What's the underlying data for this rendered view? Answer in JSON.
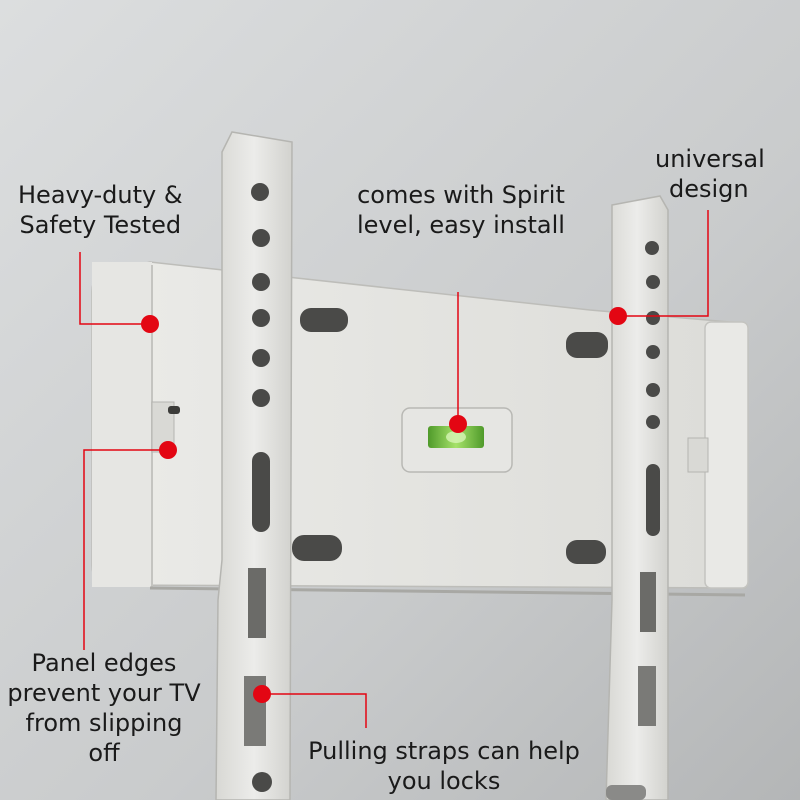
{
  "annotations": [
    {
      "id": "heavy-duty",
      "lines": [
        "Heavy-duty &",
        "Safety Tested"
      ]
    },
    {
      "id": "spirit-level",
      "lines": [
        "comes with Spirit",
        "level, easy install"
      ]
    },
    {
      "id": "universal",
      "lines": [
        "universal",
        "design"
      ]
    },
    {
      "id": "panel-edges",
      "lines": [
        "Panel edges",
        "prevent your TV",
        "from slipping",
        "off"
      ]
    },
    {
      "id": "pulling-straps",
      "lines": [
        "Pulling straps can help",
        "you locks"
      ]
    }
  ],
  "colors": {
    "marker": "#e30613",
    "wall": "#c9cbcc",
    "bracket": "#e4e4e1",
    "bracket_shadow": "#b9b9b5",
    "hole": "#4a4a48",
    "level_liquid": "#7ac943"
  }
}
